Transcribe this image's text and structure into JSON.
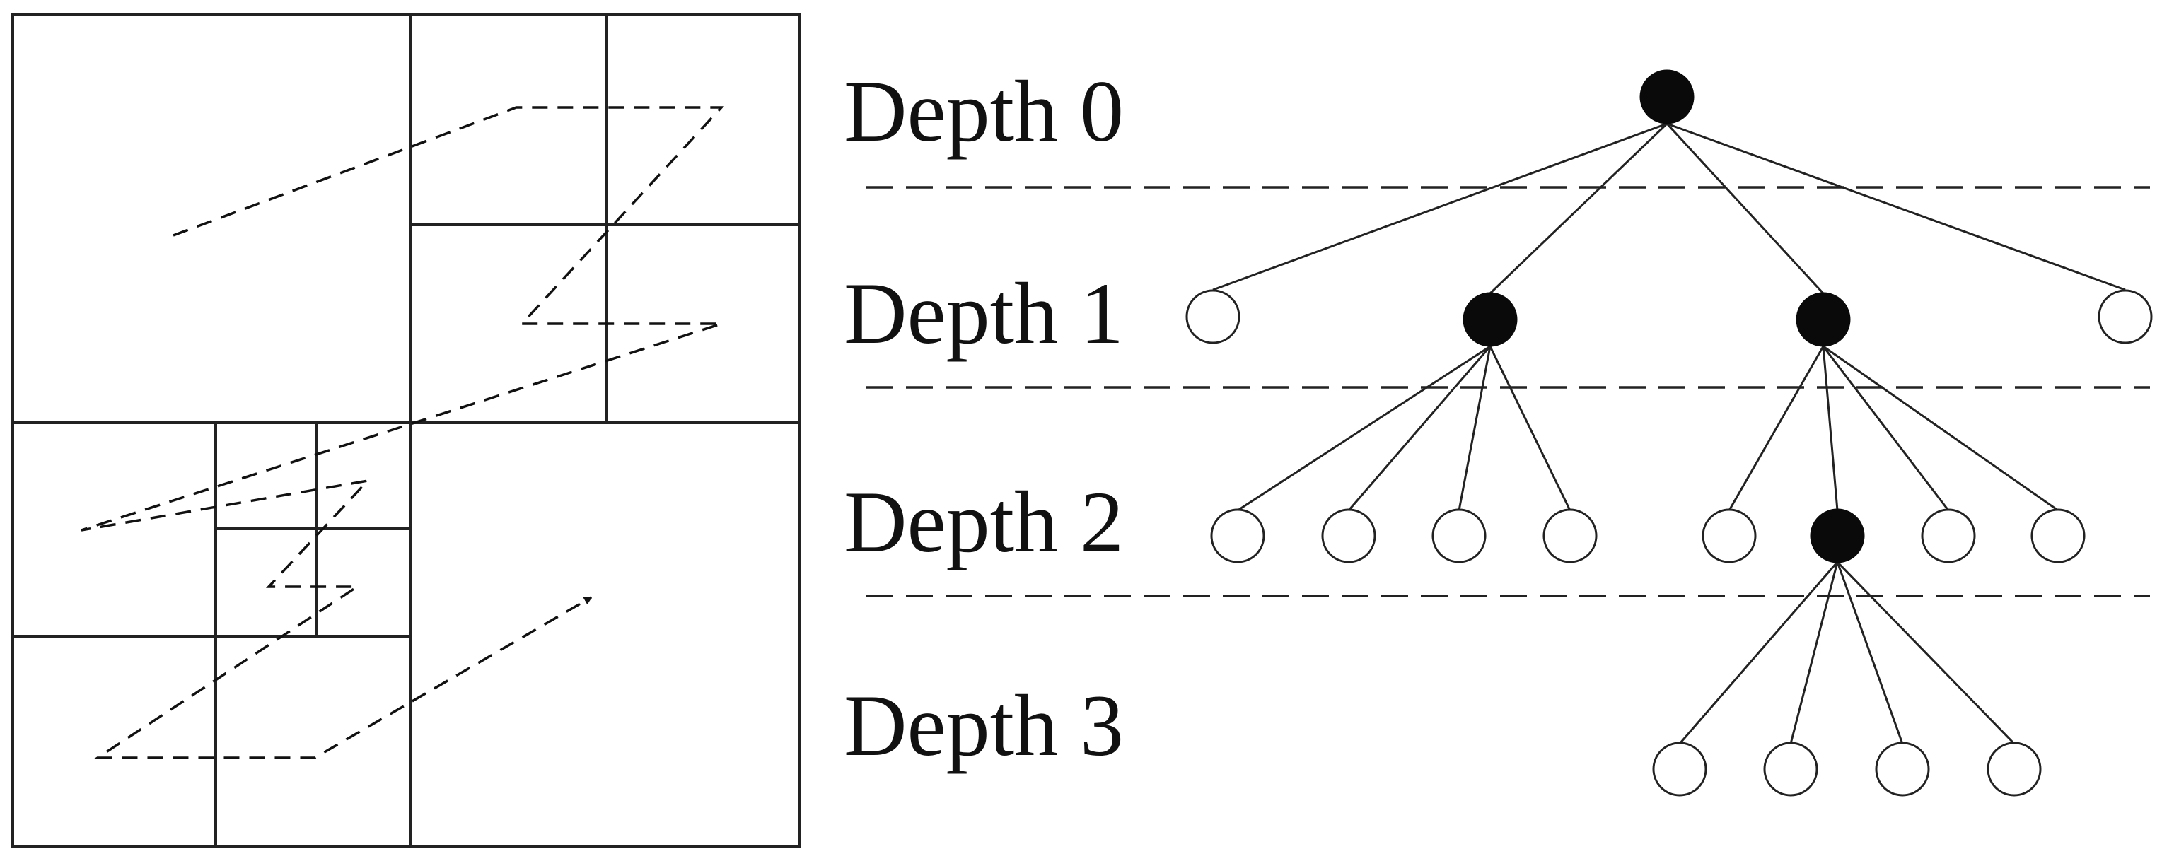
{
  "tree": {
    "depth_labels": [
      "Depth 0",
      "Depth 1",
      "Depth 2",
      "Depth 3"
    ],
    "levels": [
      {
        "depth": 0,
        "nodes": [
          "subdivided"
        ]
      },
      {
        "depth": 1,
        "nodes": [
          "leaf",
          "subdivided",
          "subdivided",
          "leaf"
        ]
      },
      {
        "depth": 2,
        "nodes": [
          "leaf",
          "leaf",
          "leaf",
          "leaf",
          "leaf",
          "subdivided",
          "leaf",
          "leaf"
        ]
      },
      {
        "depth": 3,
        "nodes": [
          "leaf",
          "leaf",
          "leaf",
          "leaf"
        ]
      }
    ]
  },
  "colors": {
    "filled_node": "#0a0a0a",
    "empty_node": "#ffffff",
    "line": "#222222"
  }
}
